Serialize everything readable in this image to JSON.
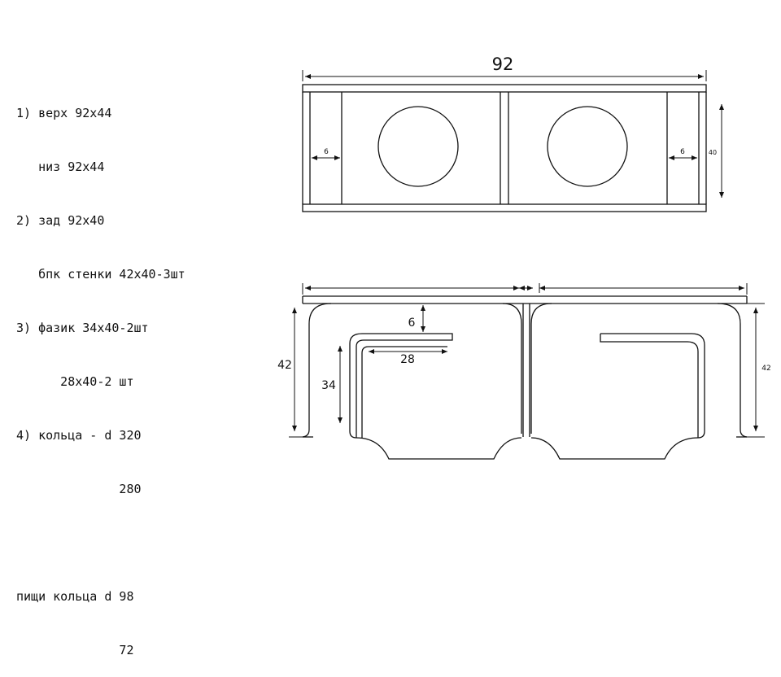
{
  "notes": {
    "lines": [
      "1) верх 92х44",
      "   низ 92х44",
      "2) зад 92х40",
      "   бпк стенки 42х40-3шт",
      "3) фазик 34х40-2шт",
      "      28х40-2 шт",
      "4) кольца - d 320",
      "              280"
    ],
    "lines2": [
      "пищи кольца d 98",
      "              72"
    ]
  },
  "front_view": {
    "width_label": "92",
    "height_label": "40",
    "left_gap_label": "6",
    "right_gap_label": "6"
  },
  "side_view": {
    "top_gap_label": "6",
    "shelf_label": "28",
    "inner_height_label": "34",
    "left_height_label": "42",
    "right_height_label": "42"
  }
}
